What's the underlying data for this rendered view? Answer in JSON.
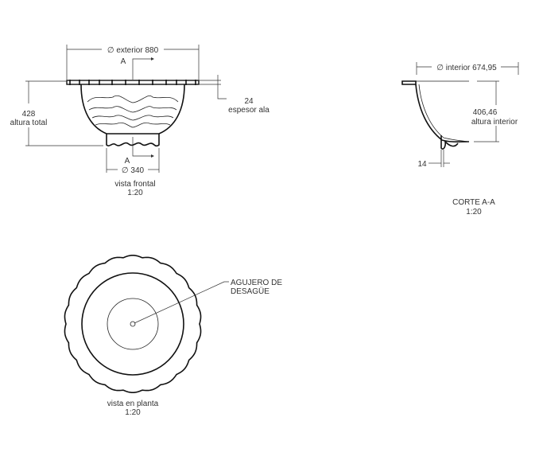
{
  "frontal_view": {
    "dim_exterior": "∅ exterior  880",
    "section_mark_top": "A",
    "section_mark_bottom": "A",
    "height_value": "428",
    "height_label": "altura total",
    "flange_value": "24",
    "flange_label": "espesor ala",
    "dim_base": "∅  340",
    "title": "vista frontal",
    "scale": "1:20"
  },
  "section_view": {
    "dim_interior": "∅ interior  674,95",
    "height_value": "406,46",
    "height_label": "altura interior",
    "thickness_value": "14",
    "title": "CORTE A-A",
    "scale": "1:20"
  },
  "plan_view": {
    "callout_line1": "AGUJERO DE",
    "callout_line2": "DESAGÜE",
    "title": "vista en planta",
    "scale": "1:20"
  }
}
